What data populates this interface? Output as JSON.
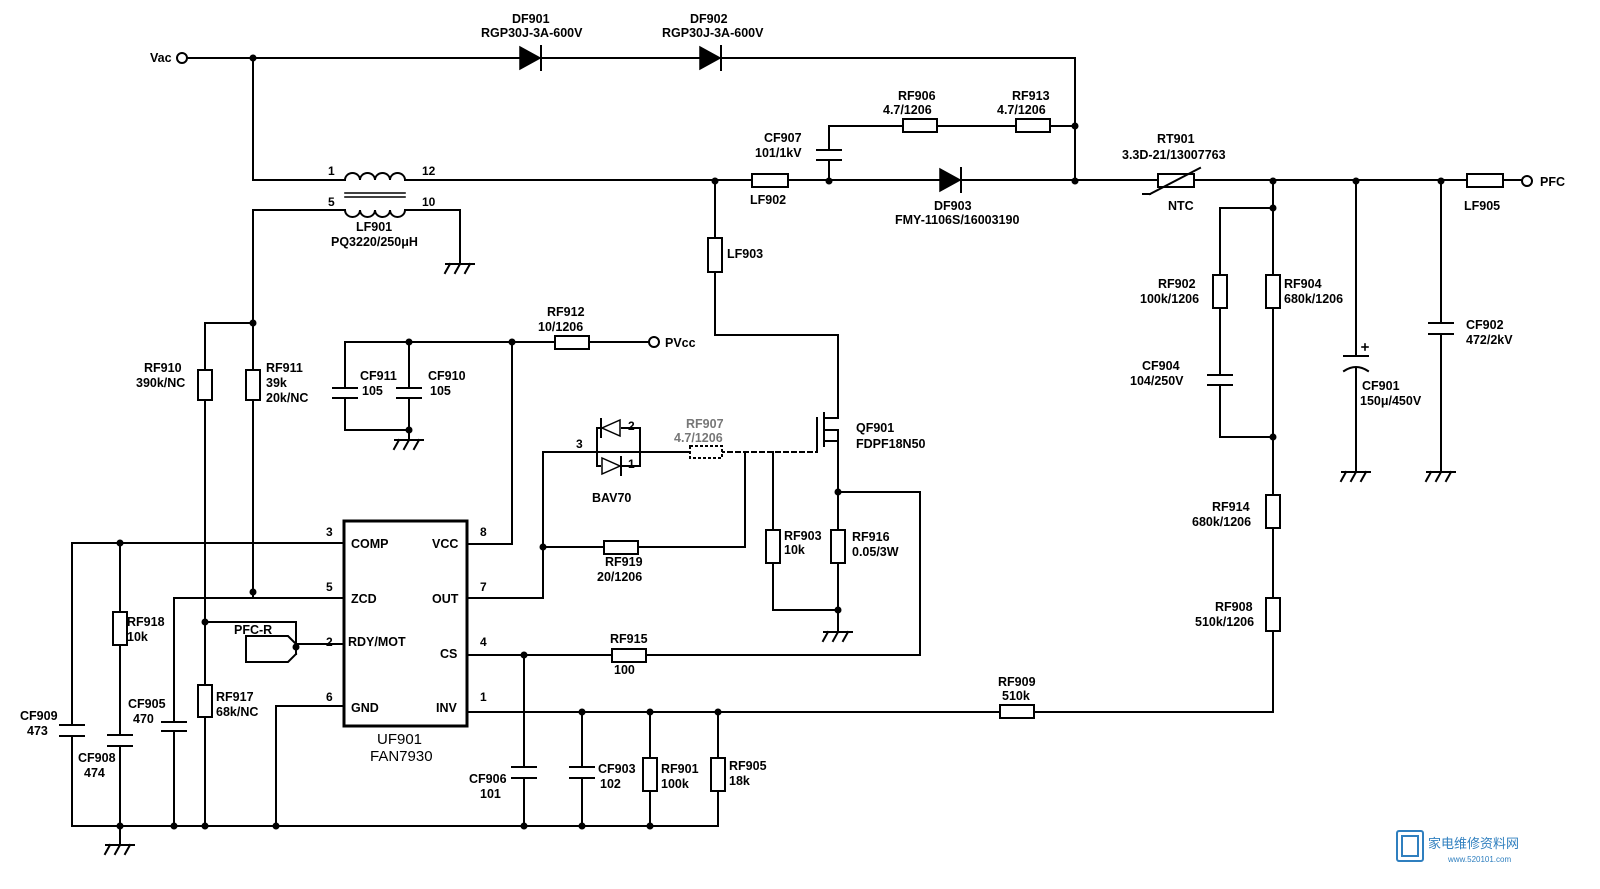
{
  "terminals": {
    "vac": "Vac",
    "pfc": "PFC",
    "pvcc": "PVcc",
    "pfc_r": "PFC-R"
  },
  "components": {
    "DF901": {
      "ref": "DF901",
      "value": "RGP30J-3A-600V"
    },
    "DF902": {
      "ref": "DF902",
      "value": "RGP30J-3A-600V"
    },
    "DF903": {
      "ref": "DF903",
      "value": "FMY-1106S/16003190"
    },
    "RF906": {
      "ref": "RF906",
      "value": "4.7/1206"
    },
    "RF913": {
      "ref": "RF913",
      "value": "4.7/1206"
    },
    "CF907": {
      "ref": "CF907",
      "value": "101/1kV"
    },
    "RT901": {
      "ref": "RT901",
      "value": "3.3D-21/13007763",
      "type": "NTC"
    },
    "LF901": {
      "ref": "LF901",
      "value": "PQ3220/250μH",
      "pins": [
        "1",
        "12",
        "5",
        "10"
      ]
    },
    "LF902": {
      "ref": "LF902"
    },
    "LF903": {
      "ref": "LF903"
    },
    "LF905": {
      "ref": "LF905"
    },
    "RF902": {
      "ref": "RF902",
      "value": "100k/1206"
    },
    "RF904": {
      "ref": "RF904",
      "value": "680k/1206"
    },
    "CF904": {
      "ref": "CF904",
      "value": "104/250V"
    },
    "CF901": {
      "ref": "CF901",
      "value": "150μ/450V"
    },
    "CF902": {
      "ref": "CF902",
      "value": "472/2kV"
    },
    "RF914": {
      "ref": "RF914",
      "value": "680k/1206"
    },
    "RF908": {
      "ref": "RF908",
      "value": "510k/1206"
    },
    "RF909": {
      "ref": "RF909",
      "value": "510k"
    },
    "RF912": {
      "ref": "RF912",
      "value": "10/1206"
    },
    "CF911": {
      "ref": "CF911",
      "value": "105"
    },
    "CF910": {
      "ref": "CF910",
      "value": "105"
    },
    "RF910": {
      "ref": "RF910",
      "value": "390k/NC"
    },
    "RF911": {
      "ref": "RF911",
      "value": "39k",
      "value2": "20k/NC"
    },
    "RF907": {
      "ref": "RF907",
      "value": "4.7/1206"
    },
    "QF901": {
      "ref": "QF901",
      "value": "FDPF18N50"
    },
    "BAV70": {
      "ref": "BAV70",
      "pins": [
        "3",
        "2",
        "1"
      ]
    },
    "RF903": {
      "ref": "RF903",
      "value": "10k"
    },
    "RF916": {
      "ref": "RF916",
      "value": "0.05/3W"
    },
    "RF919": {
      "ref": "RF919",
      "value": "20/1206"
    },
    "RF915": {
      "ref": "RF915",
      "value": "100"
    },
    "RF918": {
      "ref": "RF918",
      "value": "10k"
    },
    "CF905": {
      "ref": "CF905",
      "value": "470"
    },
    "RF917": {
      "ref": "RF917",
      "value": "68k/NC"
    },
    "CF909": {
      "ref": "CF909",
      "value": "473"
    },
    "CF908": {
      "ref": "CF908",
      "value": "474"
    },
    "CF906": {
      "ref": "CF906",
      "value": "101"
    },
    "CF903": {
      "ref": "CF903",
      "value": "102"
    },
    "RF901": {
      "ref": "RF901",
      "value": "100k"
    },
    "RF905": {
      "ref": "RF905",
      "value": "18k"
    }
  },
  "ic": {
    "ref": "UF901",
    "part": "FAN7930",
    "pins_left": [
      {
        "num": "3",
        "name": "COMP"
      },
      {
        "num": "5",
        "name": "ZCD"
      },
      {
        "num": "2",
        "name": "RDY/MOT"
      },
      {
        "num": "6",
        "name": "GND"
      }
    ],
    "pins_right": [
      {
        "num": "8",
        "name": "VCC"
      },
      {
        "num": "7",
        "name": "OUT"
      },
      {
        "num": "4",
        "name": "CS"
      },
      {
        "num": "1",
        "name": "INV"
      }
    ]
  },
  "watermark": {
    "text": "家电维修资料网",
    "url": "www.520101.com"
  }
}
